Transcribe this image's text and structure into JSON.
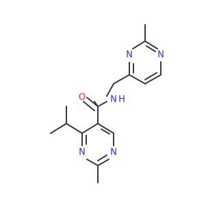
{
  "colors": {
    "bond": "#3a3a3a",
    "nitrogen": "#2c2cff",
    "oxygen": "#ff2020",
    "background": "#ffffff"
  },
  "atoms": {
    "o_carbonyl": "O",
    "n_amide": "N",
    "h_amide": "H",
    "n_ring1_a": "N",
    "n_ring1_b": "N",
    "n_ring2_a": "N",
    "n_ring2_b": "N"
  }
}
